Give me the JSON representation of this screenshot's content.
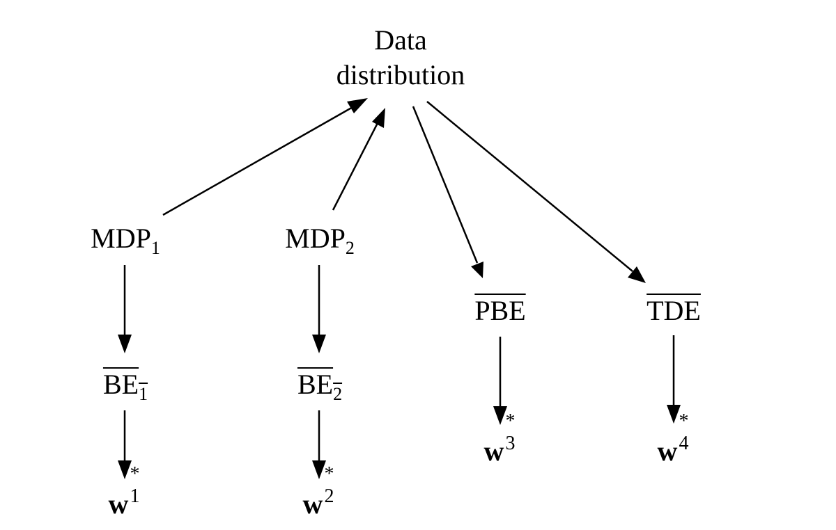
{
  "nodes": {
    "data_distribution": {
      "line1": "Data",
      "line2": "distribution"
    },
    "mdp1": {
      "base": "MDP",
      "sub": "1"
    },
    "mdp2": {
      "base": "MDP",
      "sub": "2"
    },
    "be1": {
      "base": "BE",
      "sub": "1"
    },
    "be2": {
      "base": "BE",
      "sub": "2"
    },
    "pbe": {
      "base": "PBE"
    },
    "tde": {
      "base": "TDE"
    },
    "w1": {
      "base": "w",
      "sup": "*",
      "sub": "1"
    },
    "w2": {
      "base": "w",
      "sup": "*",
      "sub": "2"
    },
    "w3": {
      "base": "w",
      "sup": "*",
      "sub": "3"
    },
    "w4": {
      "base": "w",
      "sup": "*",
      "sub": "4"
    }
  },
  "edges": [
    {
      "from": "mdp1",
      "to": "data_distribution"
    },
    {
      "from": "mdp2",
      "to": "data_distribution"
    },
    {
      "from": "data_distribution",
      "to": "pbe"
    },
    {
      "from": "data_distribution",
      "to": "tde"
    },
    {
      "from": "mdp1",
      "to": "be1"
    },
    {
      "from": "mdp2",
      "to": "be2"
    },
    {
      "from": "be1",
      "to": "w1"
    },
    {
      "from": "be2",
      "to": "w2"
    },
    {
      "from": "pbe",
      "to": "w3"
    },
    {
      "from": "tde",
      "to": "w4"
    }
  ]
}
